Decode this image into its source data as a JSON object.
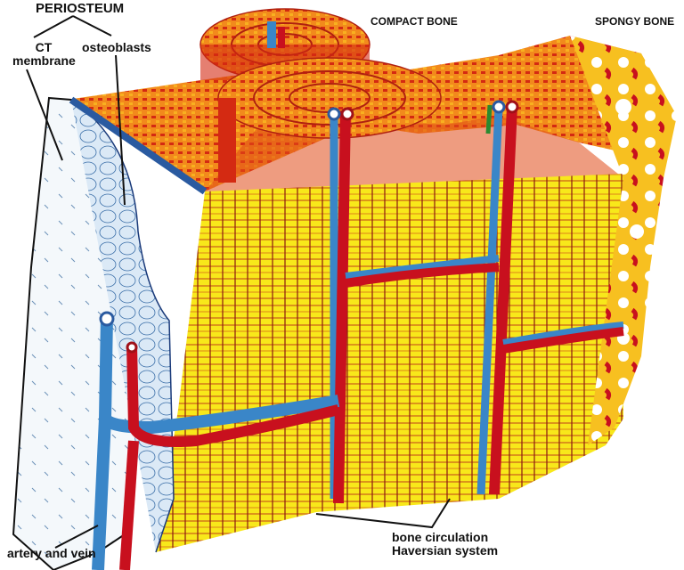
{
  "diagram": {
    "subject": "Bone structure cross-section",
    "labels": {
      "periosteum": "PERIOSTEUM",
      "ct_membrane_line1": "CT",
      "ct_membrane_line2": "membrane",
      "osteoblasts": "osteoblasts",
      "compact_bone": "COMPACT BONE",
      "spongy_bone": "SPONGY BONE",
      "artery_and_vein": "artery and vein",
      "bone_circulation": "bone circulation",
      "haversian_system": "Haversian system"
    },
    "colors": {
      "bone_yellow": "#f8e81a",
      "lamellae_orange": "#f28a1c",
      "vessel_red": "#c8101e",
      "vessel_blue": "#3a86c8",
      "membrane_white": "#f4f8fb",
      "leader_line": "#111111"
    }
  }
}
